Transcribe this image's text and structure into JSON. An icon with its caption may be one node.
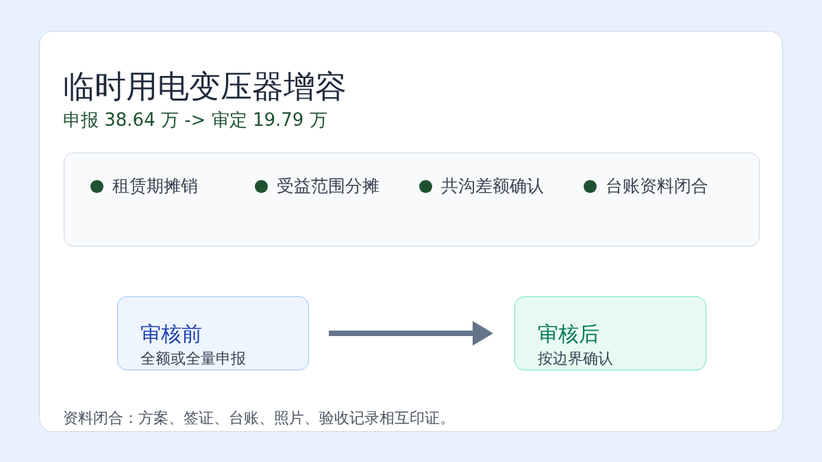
{
  "diagram": {
    "title": "临时用电变压器增容",
    "nodes": [
      {
        "text": [
          "租赁期摊销",
          "受益范围分摊",
          "共沟差额确认",
          "台账资料闭合"
        ]
      },
      {
        "text": [
          "审核前",
          "全额或全量申报"
        ]
      },
      {
        "text": [
          "审核后",
          "按边界确认"
        ]
      }
    ],
    "edges": [
      {
        "from": 1,
        "to": 2,
        "arrow": "to"
      }
    ],
    "labels": [
      "申报 38.64 万 -> 审定 19.79 万"
    ],
    "caption": "资料闭合：方案、签证、台账、照片、验收记录相互印证。"
  }
}
